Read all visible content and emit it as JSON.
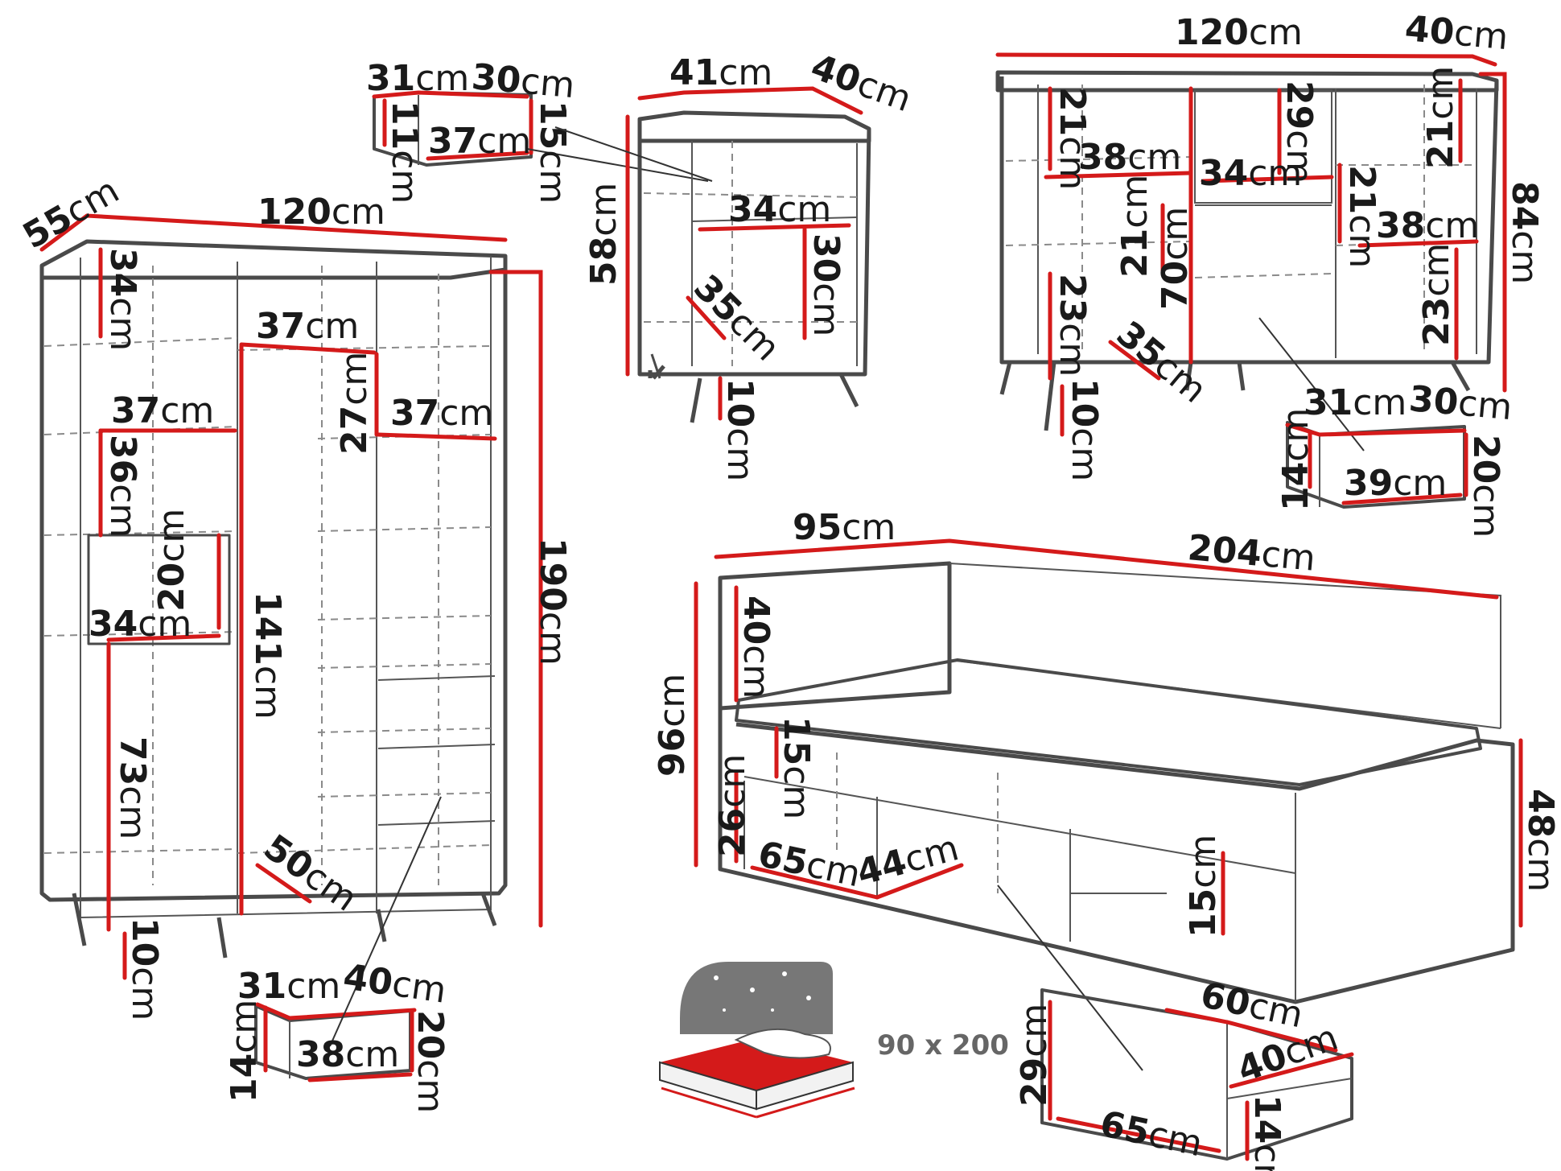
{
  "colors": {
    "dimension": "#d41a1a",
    "outline": "#4a4a4a",
    "text": "#1a1a1a",
    "dashed": "#8a8a8a"
  },
  "wardrobe": {
    "depth": "55",
    "width": "120",
    "height": "190",
    "top_shelf": "34",
    "left_shelf_w": "37",
    "left_shelf_h": "36",
    "niche_h": "20",
    "niche_w": "34",
    "lower_h": "73",
    "center_w": "37",
    "center_h": "141",
    "right_w": "37",
    "right_gap": "27",
    "inner_depth": "50",
    "legs": "10"
  },
  "wardrobe_drawer": {
    "w": "31",
    "d": "40",
    "inner_w": "38",
    "h_front": "14",
    "h_side": "20"
  },
  "small_drawer": {
    "w": "31",
    "d": "30",
    "inner_w": "37",
    "h1": "11",
    "h2": "15"
  },
  "nightstand": {
    "width": "41",
    "depth": "40",
    "height": "58",
    "drawer_w": "34",
    "niche_h": "30",
    "niche_d": "35",
    "legs": "10"
  },
  "sideboard": {
    "width": "120",
    "depth": "40",
    "height": "84",
    "l1": "21",
    "l2": "38",
    "l3": "21",
    "l4": "23",
    "l5": "35",
    "legs": "10",
    "c1": "29",
    "c2": "34",
    "c3": "70",
    "r1": "21",
    "r2": "21",
    "r3": "38",
    "r4": "23"
  },
  "sideboard_drawer": {
    "w": "31",
    "d": "30",
    "inner_w": "39",
    "h_front": "14",
    "h_side": "20"
  },
  "bed": {
    "headboard_w": "95",
    "length": "204",
    "total_h": "96",
    "headboard_h": "40",
    "rail_h": "15",
    "drawer_h": "26",
    "drawer_w": "65",
    "drawer_d": "44",
    "footboard_h": "48",
    "gap_h": "15"
  },
  "bed_drawer": {
    "h": "29",
    "w": "65",
    "d": "60",
    "depth": "40",
    "side_h": "14"
  },
  "mattress": {
    "label": "90 x 200"
  },
  "unit": "cm"
}
